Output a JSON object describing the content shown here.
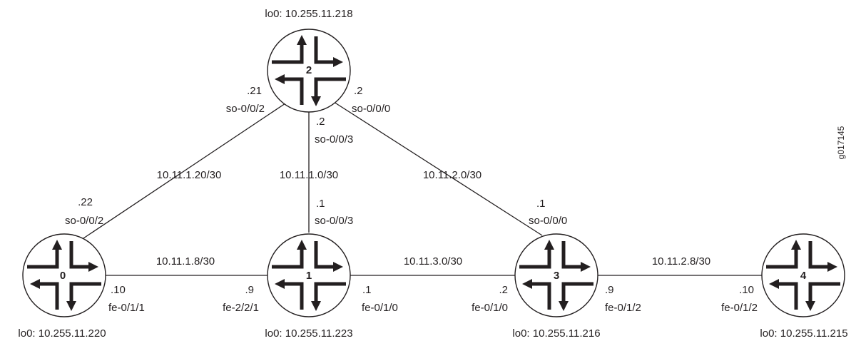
{
  "figure_id": "g017145",
  "routers": [
    {
      "id": "r2",
      "number": "2",
      "loopback": "lo0: 10.255.11.218"
    },
    {
      "id": "r0",
      "number": "0",
      "loopback": "lo0: 10.255.11.220"
    },
    {
      "id": "r1",
      "number": "1",
      "loopback": "lo0: 10.255.11.223"
    },
    {
      "id": "r3",
      "number": "3",
      "loopback": "lo0: 10.255.11.216"
    },
    {
      "id": "r4",
      "number": "4",
      "loopback": "lo0: 10.255.11.215"
    }
  ],
  "links": [
    {
      "id": "l-2-0",
      "subnet": "10.11.1.20/30",
      "a": {
        "addr": ".21",
        "iface": "so-0/0/2"
      },
      "b": {
        "addr": ".22",
        "iface": "so-0/0/2"
      }
    },
    {
      "id": "l-2-1",
      "subnet": "10.11.1.0/30",
      "a": {
        "addr": ".2",
        "iface": "so-0/0/3"
      },
      "b": {
        "addr": ".1",
        "iface": "so-0/0/3"
      }
    },
    {
      "id": "l-2-3",
      "subnet": "10.11.2.0/30",
      "a": {
        "addr": ".2",
        "iface": "so-0/0/0"
      },
      "b": {
        "addr": ".1",
        "iface": "so-0/0/0"
      }
    },
    {
      "id": "l-0-1",
      "subnet": "10.11.1.8/30",
      "a": {
        "addr": ".10",
        "iface": "fe-0/1/1"
      },
      "b": {
        "addr": ".9",
        "iface": "fe-2/2/1"
      }
    },
    {
      "id": "l-1-3",
      "subnet": "10.11.3.0/30",
      "a": {
        "addr": ".1",
        "iface": "fe-0/1/0"
      },
      "b": {
        "addr": ".2",
        "iface": "fe-0/1/0"
      }
    },
    {
      "id": "l-3-4",
      "subnet": "10.11.2.8/30",
      "a": {
        "addr": ".9",
        "iface": "fe-0/1/2"
      },
      "b": {
        "addr": ".10",
        "iface": "fe-0/1/2"
      }
    }
  ]
}
